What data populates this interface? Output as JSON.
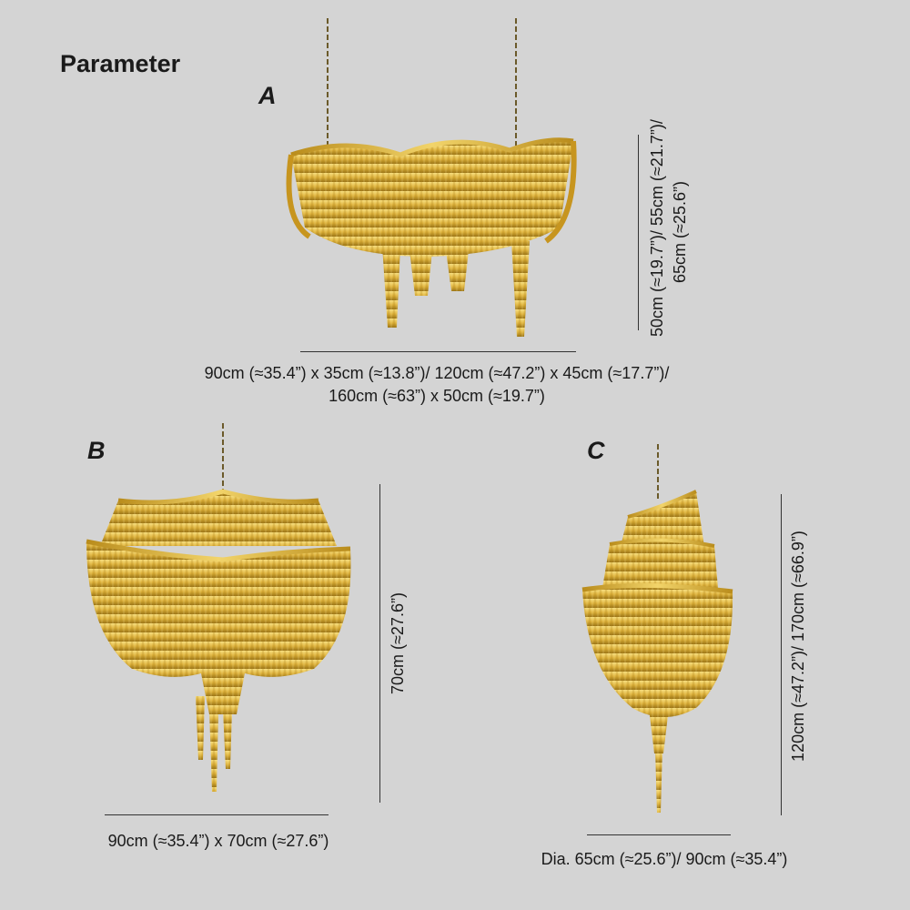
{
  "title": "Parameter",
  "products": [
    {
      "letter": "A",
      "width_line1": "90cm (≈35.4”) x 35cm (≈13.8”)/ 120cm (≈47.2”) x 45cm (≈17.7”)/",
      "width_line2": "160cm (≈63”) x 50cm (≈19.7”)",
      "height_line1": "50cm (≈19.7”)/ 55cm (≈21.7”)/",
      "height_line2": "65cm (≈25.6”)",
      "image_icon": "rectangular-chain-chandelier-icon"
    },
    {
      "letter": "B",
      "width_line1": "90cm (≈35.4”) x 70cm (≈27.6”)",
      "height_line1": "70cm (≈27.6”)",
      "image_icon": "square-two-tier-chandelier-icon"
    },
    {
      "letter": "C",
      "width_line1": "Dia. 65cm (≈25.6”)/ 90cm (≈35.4”)",
      "height_line1": "120cm (≈47.2”)/ 170cm (≈66.9”)",
      "image_icon": "three-tier-chandelier-icon"
    }
  ],
  "colors": {
    "background": "#d4d4d4",
    "gold_light": "#f2d46a",
    "gold_mid": "#d6a52a",
    "gold_dark": "#8a6512"
  }
}
